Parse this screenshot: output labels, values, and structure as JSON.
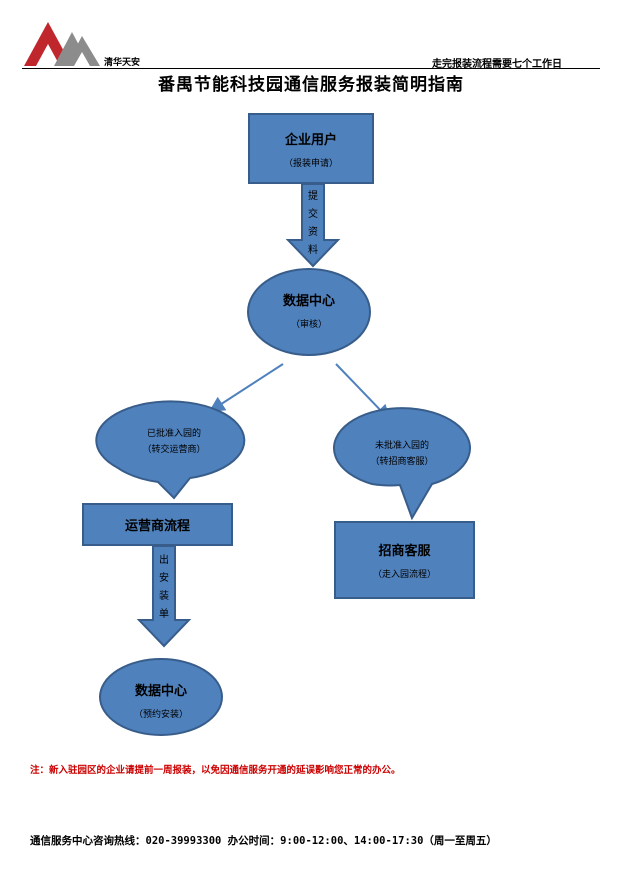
{
  "header": {
    "logo_name": "清华天安",
    "note": "走完报装流程需要七个工作日"
  },
  "title": "番禺节能科技园通信服务报装简明指南",
  "flow": {
    "enterprise": {
      "title": "企业用户",
      "sub": "（报装申请）"
    },
    "submit_arrow_text": "提交资料",
    "data_center_review": {
      "title": "数据中心",
      "sub": "（审核）"
    },
    "approved_bubble": {
      "line1": "已批准入园的",
      "line2": "（转交运营商）"
    },
    "not_approved_bubble": {
      "line1": "未批准入园的",
      "line2": "（转招商客服）"
    },
    "operator": {
      "title": "运营商流程"
    },
    "investment": {
      "title": "招商客服",
      "sub": "（走入园流程）"
    },
    "install_arrow_text": "出安装单",
    "data_center_install": {
      "title": "数据中心",
      "sub": "（预约安装）"
    }
  },
  "note": "注：新入驻园区的企业请提前一周报装，以免因通信服务开通的延误影响您正常的办公。",
  "footer": "通信服务中心咨询热线：020-39993300  办公时间：9:00-12:00、14:00-17:30（周一至周五）",
  "colors": {
    "fill": "#4f81bd",
    "stroke": "#385d8a",
    "logo_red": "#c0272d",
    "logo_gray": "#8c8c8c",
    "note": "#cc0000"
  }
}
